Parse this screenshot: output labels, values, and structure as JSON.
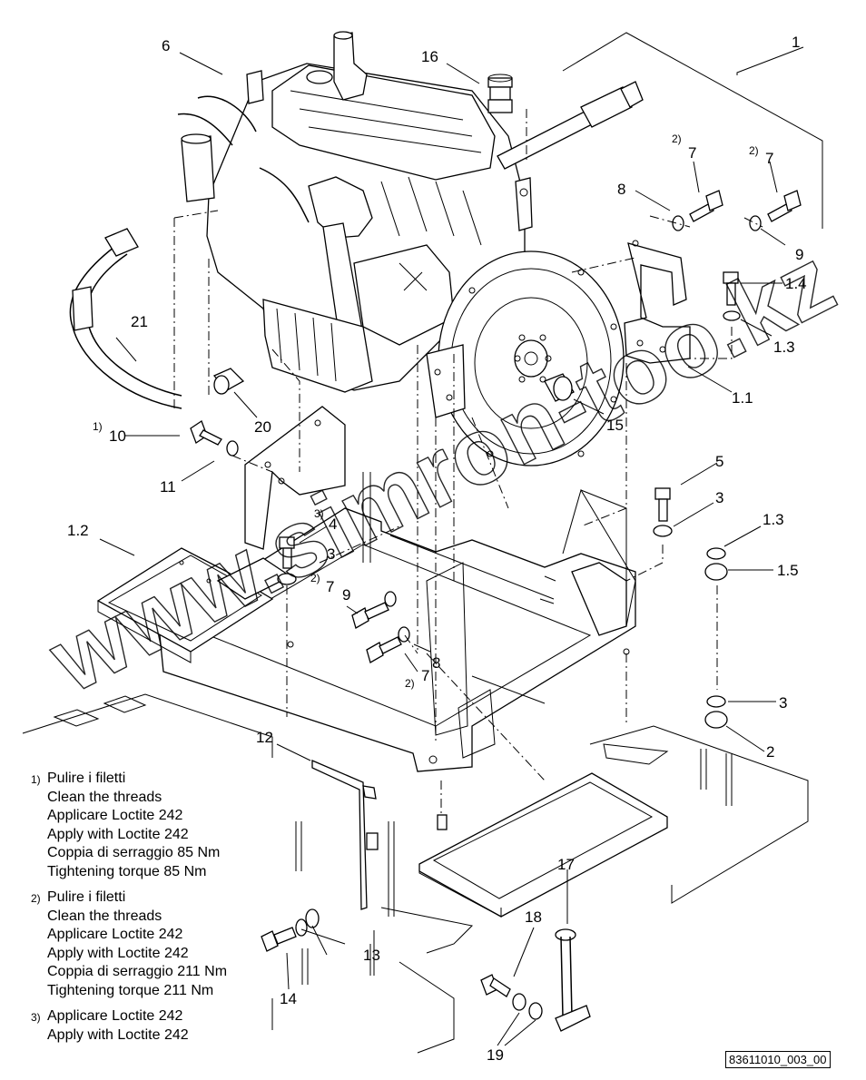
{
  "diagram": {
    "watermark_text": "www.simron-too.kz",
    "callouts": {
      "c1": "1",
      "c1_1": "1.1",
      "c1_2": "1.2",
      "c1_3a": "1.3",
      "c1_3b": "1.3",
      "c1_4": "1.4",
      "c1_5": "1.5",
      "c2a": "2",
      "c3a": "3",
      "c3b": "3",
      "c3c": "3",
      "c4": "4",
      "c5": "5",
      "c6": "6",
      "c7a": "7",
      "c7b": "7",
      "c7c": "7",
      "c7d": "7",
      "c8a": "8",
      "c8b": "8",
      "c9a": "9",
      "c9b": "9",
      "c10": "10",
      "c11": "11",
      "c12": "12",
      "c13": "13",
      "c14": "14",
      "c15": "15",
      "c16": "16",
      "c17": "17",
      "c18": "18",
      "c19": "19",
      "c20": "20",
      "c21": "21"
    },
    "superscripts": {
      "s7a": "2)",
      "s7b": "2)",
      "s7c": "2)",
      "s7d": "2)",
      "s10": "1)",
      "s4": "3)"
    }
  },
  "notes": [
    {
      "index": "1)",
      "lines": [
        "Pulire i filetti",
        "Clean the threads",
        "Applicare Loctite 242",
        "Apply with Loctite 242",
        "Coppia di serraggio 85 Nm",
        "Tightening torque 85 Nm"
      ]
    },
    {
      "index": "2)",
      "lines": [
        "Pulire i filetti",
        "Clean the threads",
        "Applicare Loctite 242",
        "Apply with Loctite 242",
        "Coppia di serraggio 211 Nm",
        "Tightening torque 211 Nm"
      ]
    },
    {
      "index": "3)",
      "lines": [
        "Applicare Loctite 242",
        "Apply with Loctite 242"
      ]
    }
  ],
  "drawing_number": "83611010_003_00"
}
